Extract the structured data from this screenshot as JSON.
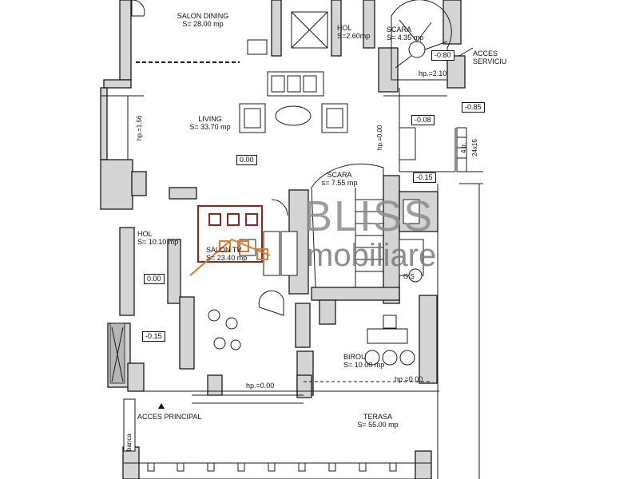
{
  "rooms": {
    "salon_dining": {
      "name": "SALON DINING",
      "area": "S= 28.00 mp"
    },
    "hol_top": {
      "name": "HOL",
      "area": "S=2.60mp"
    },
    "scara_top": {
      "name": "SCARA",
      "area": "S= 4.35 mp"
    },
    "living": {
      "name": "LIVING",
      "area": "S= 33.70 mp"
    },
    "scara_mid": {
      "name": "SCARA",
      "area": "s= 7.55 mp"
    },
    "hol_left": {
      "name": "HOL",
      "area": "S= 10.10 mp"
    },
    "salon_tv": {
      "name": "SALON TV",
      "area": "S= 23.40 mp"
    },
    "birou": {
      "name": "BIROU",
      "area": "S= 10.00 mp"
    },
    "terasa": {
      "name": "TERASA",
      "area": "S= 55.00 mp"
    }
  },
  "levels": {
    "top_stair": "-0.80",
    "right_top": "-0.85",
    "right_mid": "-0.08",
    "right_low": "-0.15",
    "living_center": "0.00",
    "hol_left": "0.00",
    "entry_left": "-0.15"
  },
  "heights": {
    "hp_top_stair": "hp.=2.10",
    "hp_left_wall": "hp.=1.56",
    "hp_living": "hp.=0.00",
    "hp_salon_tv": "hp.=0.00",
    "hp_birou": "hp.=0.00"
  },
  "labels": {
    "acces_serviciu_1": "ACCES",
    "acces_serviciu_2": "SERVICIU",
    "acces_principal": "ACCES PRINCIPAL",
    "banca": "banca",
    "stair_count_1": "4 tr.",
    "stair_count_2": "24x16",
    "wc": "G.S"
  },
  "watermark": {
    "brand": "BLISS",
    "tagline": "mobiliare",
    "logo_color": "#8a2a1e",
    "accent_color": "#e07a2c"
  }
}
